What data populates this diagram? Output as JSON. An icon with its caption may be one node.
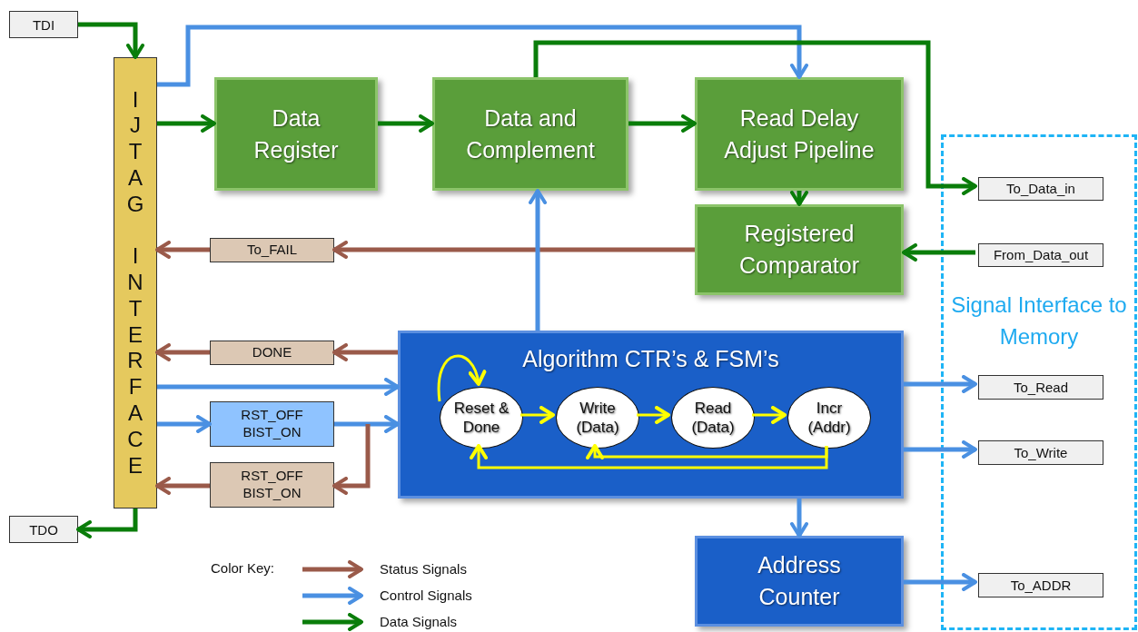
{
  "diagram": {
    "nodes": [
      {
        "text": [
          "TDI"
        ]
      },
      {
        "text": [
          "IJTAG INTERFACE"
        ]
      },
      {
        "text": [
          "TDO"
        ]
      },
      {
        "text": [
          "Data Register"
        ]
      },
      {
        "text": [
          "Data and Complement"
        ]
      },
      {
        "text": [
          "Read Delay Adjust Pipeline"
        ]
      },
      {
        "text": [
          "Registered Comparator"
        ]
      },
      {
        "text": [
          "Signal Interface to Memory"
        ]
      },
      {
        "text": [
          "To_Data_in"
        ],
        "in": 7
      },
      {
        "text": [
          "From_Data_out"
        ],
        "in": 7
      },
      {
        "text": [
          "To_FAIL"
        ]
      },
      {
        "text": [
          "DONE"
        ]
      },
      {
        "text": [
          "RST_OFF BIST_ON"
        ]
      },
      {
        "text": [
          "RST_OFF BIST_ON"
        ]
      },
      {
        "text": [
          "Algorithm CTR’s & FSM’s"
        ]
      },
      {
        "text": [
          "Reset & Done"
        ],
        "in": 14
      },
      {
        "text": [
          "Write (Data)"
        ],
        "in": 14
      },
      {
        "text": [
          "Read (Data)"
        ],
        "in": 14
      },
      {
        "text": [
          "Incr (Addr)"
        ],
        "in": 14
      },
      {
        "text": [
          "To_Read"
        ],
        "in": 7
      },
      {
        "text": [
          "To_Write"
        ],
        "in": 7
      },
      {
        "text": [
          "Address Counter"
        ]
      },
      {
        "text": [
          "To_ADDR"
        ],
        "in": 7
      }
    ],
    "edges": [
      {
        "from": 0,
        "to": 1,
        "arrow": "to",
        "color": "#0a7d0a"
      },
      {
        "from": 1,
        "to": 5,
        "arrow": "to"
      },
      {
        "from": 1,
        "to": 3,
        "arrow": "to",
        "color": "#0a7d0a"
      },
      {
        "from": 3,
        "to": 4,
        "arrow": "to",
        "color": "#0a7d0a"
      },
      {
        "from": 4,
        "to": 5,
        "arrow": "to",
        "color": "#0a7d0a"
      },
      {
        "from": 4,
        "to": 8,
        "arrow": "to",
        "color": "#0a7d0a"
      },
      {
        "from": 5,
        "to": 6,
        "arrow": "to",
        "color": "#0a7d0a"
      },
      {
        "from": 9,
        "to": 6,
        "arrow": "to",
        "color": "#0a7d0a"
      },
      {
        "from": 6,
        "to": 10,
        "arrow": "to",
        "color": "#9a5a4a"
      },
      {
        "from": 10,
        "to": 1,
        "arrow": "to",
        "color": "#9a5a4a"
      },
      {
        "from": 14,
        "to": 4,
        "arrow": "to"
      },
      {
        "from": 14,
        "to": 11,
        "arrow": "to",
        "color": "#9a5a4a"
      },
      {
        "from": 11,
        "to": 1,
        "arrow": "to",
        "color": "#9a5a4a"
      },
      {
        "from": 1,
        "to": 14,
        "arrow": "to"
      },
      {
        "from": 1,
        "to": 12,
        "arrow": "to"
      },
      {
        "from": 12,
        "to": 14,
        "arrow": "to"
      },
      {
        "from": null,
        "to": 13,
        "arrow": "to",
        "color": "#9a5a4a"
      },
      {
        "from": 13,
        "to": 1,
        "arrow": "to",
        "color": "#9a5a4a"
      },
      {
        "from": 14,
        "to": 21,
        "arrow": "to"
      },
      {
        "from": 14,
        "to": 19,
        "arrow": "to"
      },
      {
        "from": 14,
        "to": 20,
        "arrow": "to"
      },
      {
        "from": 21,
        "to": 22,
        "arrow": "to"
      },
      {
        "from": 1,
        "to": 2,
        "arrow": "to",
        "color": "#0a7d0a"
      },
      {
        "from": 15,
        "to": 15,
        "arrow": "to",
        "color": "#ffff00"
      },
      {
        "from": 15,
        "to": 16,
        "arrow": "to",
        "color": "#ffff00"
      },
      {
        "from": 16,
        "to": 17,
        "arrow": "to",
        "color": "#ffff00"
      },
      {
        "from": 17,
        "to": 18,
        "arrow": "to",
        "color": "#ffff00"
      },
      {
        "from": 18,
        "to": 16,
        "arrow": "to",
        "color": "#ffff00"
      },
      {
        "from": 18,
        "to": 15,
        "arrow": "to",
        "color": "#ffff00"
      }
    ],
    "labels": [
      "Color Key:"
    ],
    "legend": [
      {
        "text": "Status Signals"
      },
      {
        "text": "Control Signals"
      },
      {
        "text": "Data Signals"
      }
    ]
  }
}
